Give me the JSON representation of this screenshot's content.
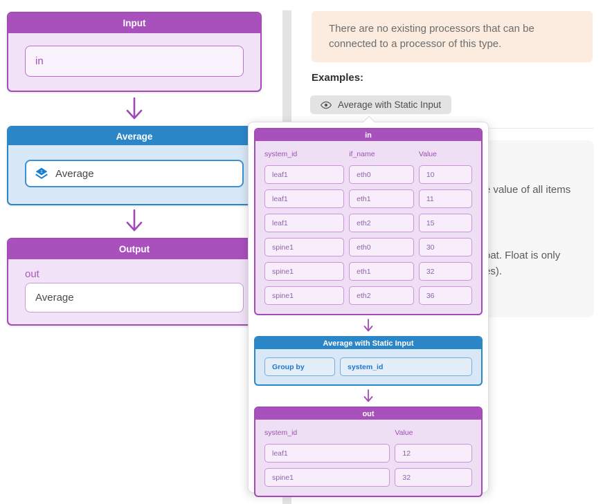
{
  "flow": {
    "input": {
      "title": "Input",
      "field_value": "in"
    },
    "average": {
      "title": "Average",
      "field_value": "Average"
    },
    "output": {
      "title": "Output",
      "label": "out",
      "field_value": "Average"
    }
  },
  "help": {
    "alert_text": "There are no existing processors that can be connected to a processor of this type.",
    "examples_label": "Examples:",
    "example_button_label": "Average with Static Input",
    "doc_fragments": {
      "line1": "e value of all items",
      "line2": "oat. Float is only",
      "line3": "es)."
    }
  },
  "popup": {
    "in_table": {
      "title": "in",
      "columns": [
        "system_id",
        "if_name",
        "Value"
      ],
      "rows": [
        [
          "leaf1",
          "eth0",
          "10"
        ],
        [
          "leaf1",
          "eth1",
          "11"
        ],
        [
          "leaf1",
          "eth2",
          "15"
        ],
        [
          "spine1",
          "eth0",
          "30"
        ],
        [
          "spine1",
          "eth1",
          "32"
        ],
        [
          "spine1",
          "eth2",
          "36"
        ]
      ]
    },
    "processor": {
      "title": "Average with Static Input",
      "group_by_label": "Group by",
      "group_by_value": "system_id"
    },
    "out_table": {
      "title": "out",
      "columns": [
        "system_id",
        "Value"
      ],
      "rows": [
        [
          "leaf1",
          "12"
        ],
        [
          "spine1",
          "32"
        ]
      ]
    }
  },
  "colors": {
    "purple_header": "#a851bc",
    "purple_border": "#a24bb5",
    "purple_body": "#f1e2f7",
    "purple_text": "#a04fb6",
    "blue_header": "#2b86c8",
    "blue_body": "#d8e8f6",
    "blue_text": "#2076c7",
    "alert_bg": "#fcecdf",
    "button_bg": "#e3e3e3",
    "doc_box_bg": "#f7f7f7",
    "arrow": "#a348b8"
  }
}
